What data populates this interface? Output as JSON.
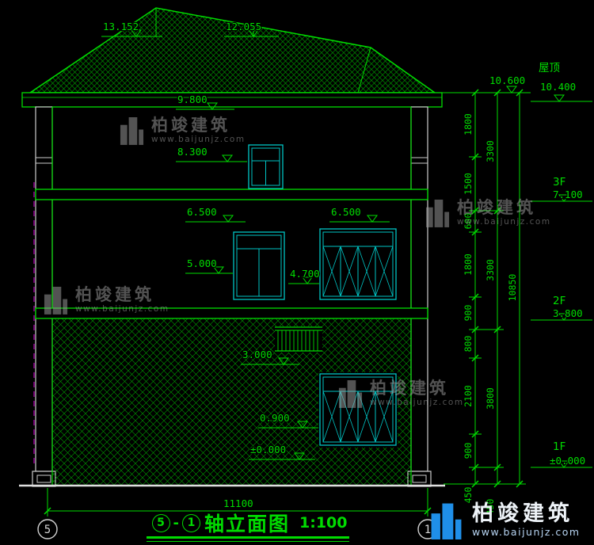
{
  "drawing": {
    "levels_left": {
      "ridge": "13.152",
      "roof_mid": "12.055",
      "eave": "9.800",
      "l8300": "8.300",
      "l6500a": "6.500",
      "l6500b": "6.500",
      "l5000": "5.000",
      "l4700": "4.700",
      "l3000": "3.000",
      "l0900": "0.900",
      "l0000": "±0.000"
    },
    "levels_right": {
      "roof_label": "屋顶",
      "l10600": "10.600",
      "l10400": "10.400",
      "f3_label": "3F",
      "f3_level": "7.100",
      "f2_label": "2F",
      "f2_level": "3.800",
      "f1_label": "1F",
      "f1_level": "±0.000"
    },
    "dims_right_inner": [
      "1800",
      "1500",
      "600",
      "1800",
      "900",
      "800",
      "2100",
      "900",
      "450"
    ],
    "dims_right_outer": [
      "3300",
      "3300",
      "3800",
      "450"
    ],
    "dims_right_total": "10850",
    "dim_bottom_total": "11100",
    "axis_bubbles": {
      "left": "5",
      "right": "1"
    }
  },
  "titlebar": {
    "axis_start": "5",
    "separator": "-",
    "axis_end": "1",
    "name": "轴立面图",
    "scale": "1:100"
  },
  "watermark": {
    "brand": "柏竣建筑",
    "url": "www.baijunjz.com"
  },
  "colors": {
    "line_green": "#00dc00",
    "window_cyan": "#00c4c4",
    "axis_magenta": "#bb00bb",
    "logo_blue": "#1f8fe8"
  }
}
